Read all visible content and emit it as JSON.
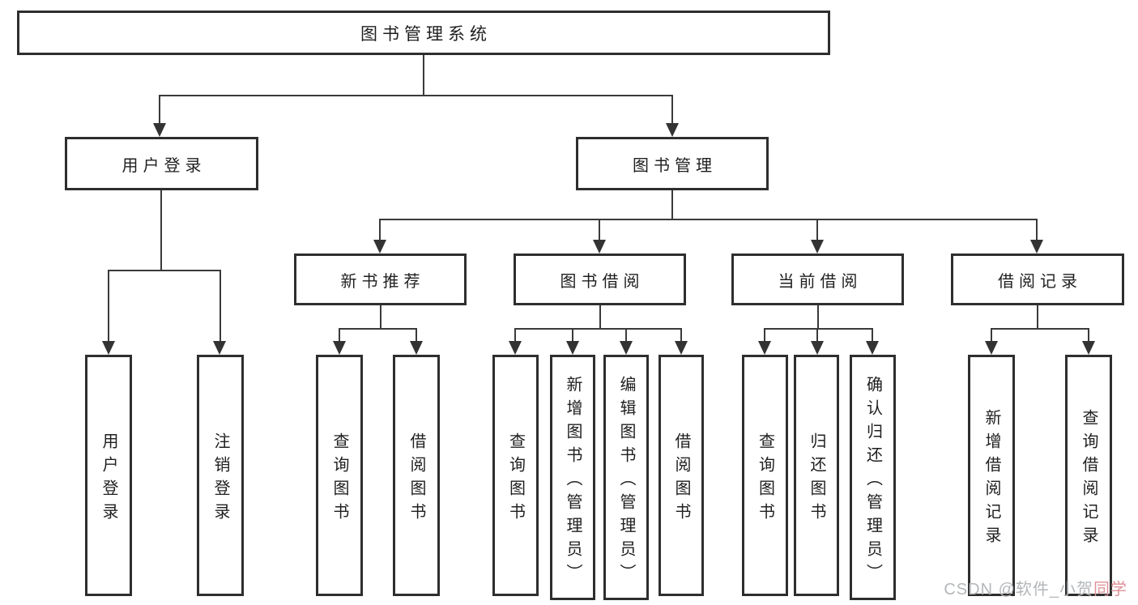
{
  "title": "图书管理系统",
  "colors": {
    "box_border": "#2e2e2e",
    "connector_line": "#3a3a3a",
    "text": "#1f1f1f",
    "watermark": "#b4b7ba",
    "watermark_accent": "#df9099",
    "background": "#ffffff"
  },
  "nodes": {
    "root": "图书管理系统",
    "user_login": "用户登录",
    "book_management": "图书管理",
    "new_book_recommend": "新书推荐",
    "book_borrowing": "图书借阅",
    "current_borrowing": "当前借阅",
    "borrowing_records": "借阅记录",
    "leaf_user_login": "用户登录",
    "leaf_logout_login": "注销登录",
    "nbr_query_books": "查询图书",
    "nbr_borrow_books": "借阅图书",
    "bb_query_books": "查询图书",
    "bb_add_books_admin": "新增图书（管理员）",
    "bb_edit_books_admin": "编辑图书（管理员）",
    "bb_borrow_books": "借阅图书",
    "cb_query_books": "查询图书",
    "cb_return_books": "归还图书",
    "cb_confirm_return_admin": "确认归还（管理员）",
    "br_add_record": "新增借阅记录",
    "br_query_record": "查询借阅记录"
  },
  "watermark": {
    "main": "CSDN @软件_小贺",
    "accent": "同学"
  }
}
